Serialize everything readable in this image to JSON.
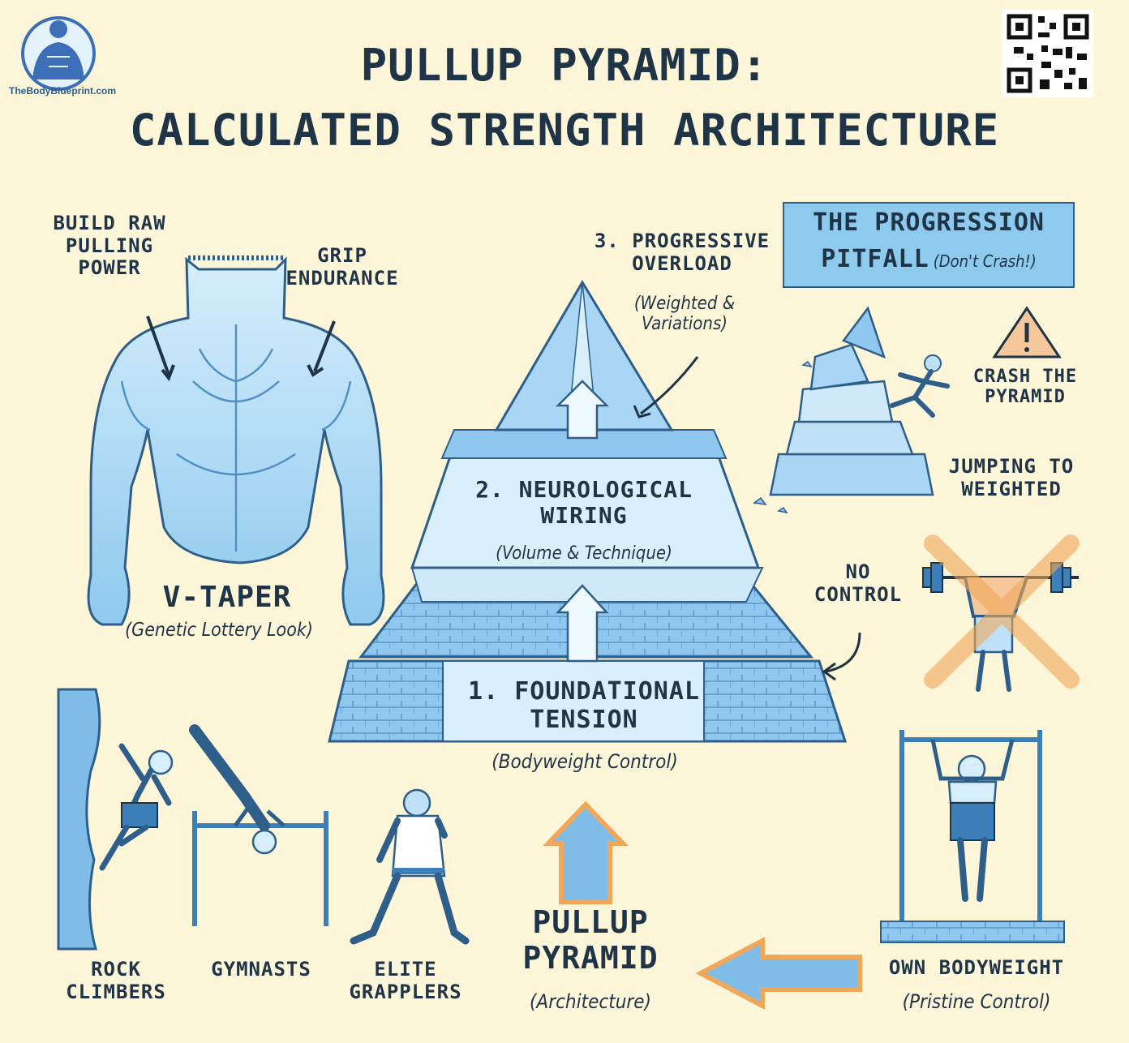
{
  "brand": {
    "site": "TheBodyBlueprint.com"
  },
  "title": {
    "line1": "PULLUP PYRAMID:",
    "line2": "CALCULATED STRENGTH ARCHITECTURE"
  },
  "back": {
    "left_callout": "BUILD RAW\nPULLING\nPOWER",
    "right_callout": "GRIP\nENDURANCE",
    "title": "V-TAPER",
    "subtitle": "(Genetic Lottery Look)"
  },
  "pyramid": {
    "tier3": {
      "title": "3. PROGRESSIVE\nOVERLOAD",
      "subtitle": "(Weighted &\nVariations)"
    },
    "tier2": {
      "title": "2. NEUROLOGICAL\nWIRING",
      "subtitle": "(Volume & Technique)"
    },
    "tier1": {
      "title": "1. FOUNDATIONAL\nTENSION",
      "subtitle": "(Bodyweight Control)"
    }
  },
  "pitfall": {
    "title_line1": "THE PROGRESSION",
    "title_line2": "PITFALL",
    "title_aside": "(Don't Crash!)",
    "crash_label": "CRASH THE\nPYRAMID",
    "jump_label": "JUMPING TO\nWEIGHTED",
    "no_control_label": "NO\nCONTROL"
  },
  "athletes": [
    {
      "label": "ROCK\nCLIMBERS"
    },
    {
      "label": "GYMNASTS"
    },
    {
      "label": "ELITE\nGRAPPLERS"
    }
  ],
  "center_bottom": {
    "title": "PULLUP\nPYRAMID",
    "subtitle": "(Architecture)"
  },
  "bodyweight": {
    "title": "OWN BODYWEIGHT",
    "subtitle": "(Pristine Control)"
  },
  "colors": {
    "ink": "#1f3446",
    "blue_light": "#bfe1f7",
    "blue_mid": "#7fbde8",
    "blue_dark": "#3d7fb8",
    "orange": "#f0a75a",
    "background": "#fdf6d8",
    "pitfall_box": "#8ec9ee"
  }
}
